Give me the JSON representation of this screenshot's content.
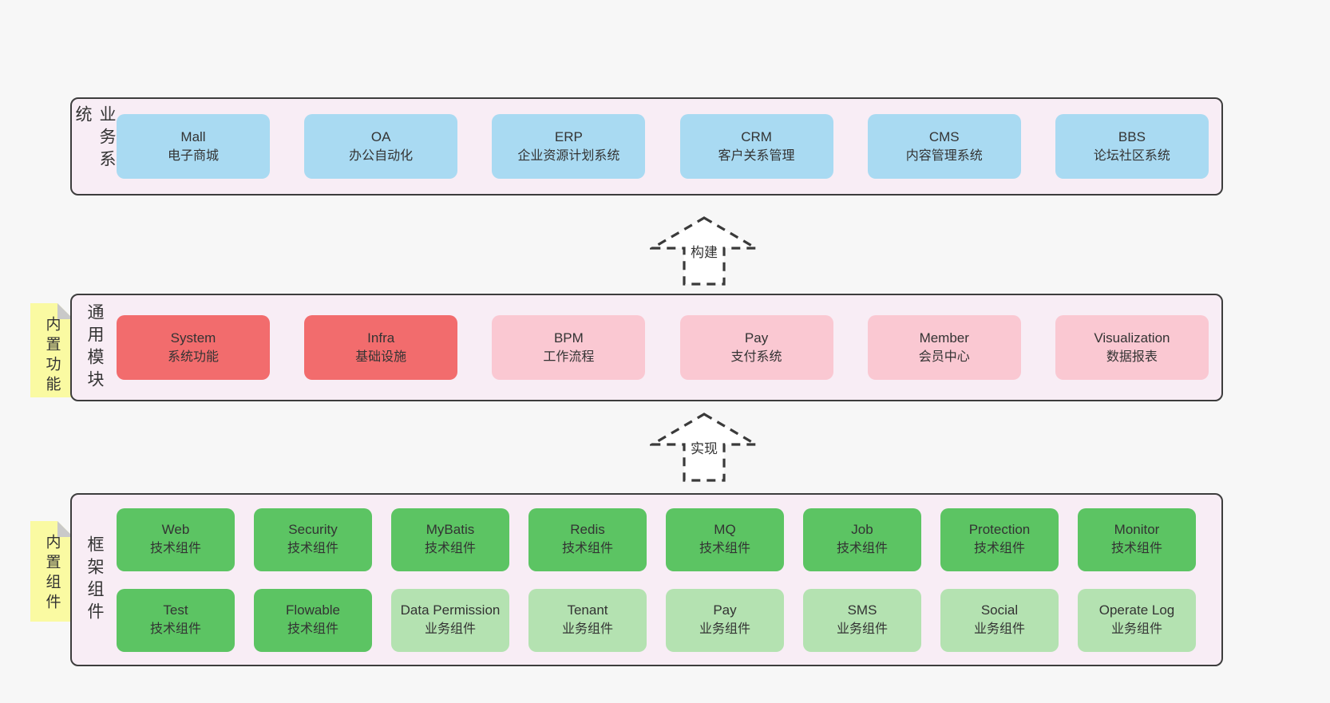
{
  "palette": {
    "page_bg": "#f7f7f7",
    "band_bg": "#f8edf5",
    "border": "#3d3d3d",
    "blue": "#a9daf2",
    "red": "#f26c6d",
    "pink": "#fac8d2",
    "green": "#5cc463",
    "light_green": "#b4e2b1",
    "note_yellow": "#fafaa2",
    "note_fold": "#c9c9c9",
    "text": "#333333",
    "arrow_stroke": "#3a3a3a"
  },
  "bands": [
    {
      "label": "业务系统",
      "boxes": [
        {
          "title": "Mall",
          "subtitle": "电子商城"
        },
        {
          "title": "OA",
          "subtitle": "办公自动化"
        },
        {
          "title": "ERP",
          "subtitle": "企业资源计划系统"
        },
        {
          "title": "CRM",
          "subtitle": "客户关系管理"
        },
        {
          "title": "CMS",
          "subtitle": "内容管理系统"
        },
        {
          "title": "BBS",
          "subtitle": "论坛社区系统"
        }
      ]
    },
    {
      "note": "内置功能",
      "label": "通用模块",
      "boxes": [
        {
          "title": "System",
          "subtitle": "系统功能"
        },
        {
          "title": "Infra",
          "subtitle": "基础设施"
        },
        {
          "title": "BPM",
          "subtitle": "工作流程"
        },
        {
          "title": "Pay",
          "subtitle": "支付系统"
        },
        {
          "title": "Member",
          "subtitle": "会员中心"
        },
        {
          "title": "Visualization",
          "subtitle": "数据报表"
        }
      ]
    },
    {
      "note": "内置组件",
      "label": "框架组件",
      "rows": [
        [
          {
            "title": "Web",
            "subtitle": "技术组件"
          },
          {
            "title": "Security",
            "subtitle": "技术组件"
          },
          {
            "title": "MyBatis",
            "subtitle": "技术组件"
          },
          {
            "title": "Redis",
            "subtitle": "技术组件"
          },
          {
            "title": "MQ",
            "subtitle": "技术组件"
          },
          {
            "title": "Job",
            "subtitle": "技术组件"
          },
          {
            "title": "Protection",
            "subtitle": "技术组件"
          },
          {
            "title": "Monitor",
            "subtitle": "技术组件"
          }
        ],
        [
          {
            "title": "Test",
            "subtitle": "技术组件"
          },
          {
            "title": "Flowable",
            "subtitle": "技术组件"
          },
          {
            "title": "Data Permission",
            "subtitle": "业务组件"
          },
          {
            "title": "Tenant",
            "subtitle": "业务组件"
          },
          {
            "title": "Pay",
            "subtitle": "业务组件"
          },
          {
            "title": "SMS",
            "subtitle": "业务组件"
          },
          {
            "title": "Social",
            "subtitle": "业务组件"
          },
          {
            "title": "Operate Log",
            "subtitle": "业务组件"
          }
        ]
      ]
    }
  ],
  "arrows": [
    {
      "label": "构建"
    },
    {
      "label": "实现"
    }
  ]
}
